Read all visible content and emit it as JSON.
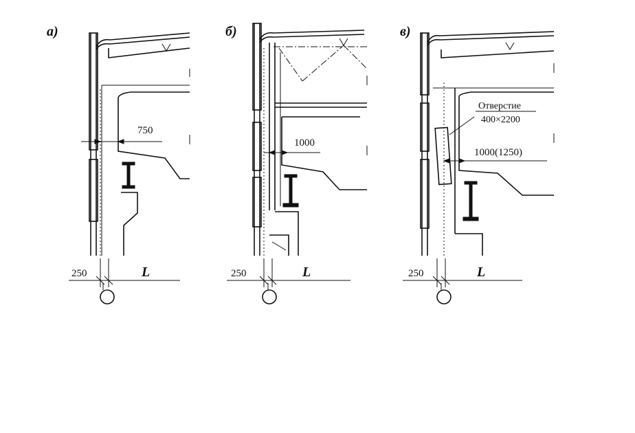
{
  "panels": [
    {
      "label": "а)",
      "gap_dim": "750",
      "edge_dim": "250",
      "span": "L"
    },
    {
      "label": "б)",
      "gap_dim": "1000",
      "edge_dim": "250",
      "span": "L"
    },
    {
      "label": "в)",
      "gap_dim": "1000(1250)",
      "edge_dim": "250",
      "span": "L",
      "note_line1": "Отверстие",
      "note_line2": "400×2200"
    }
  ],
  "colors": {
    "ink": "#111111",
    "paper": "#ffffff"
  }
}
